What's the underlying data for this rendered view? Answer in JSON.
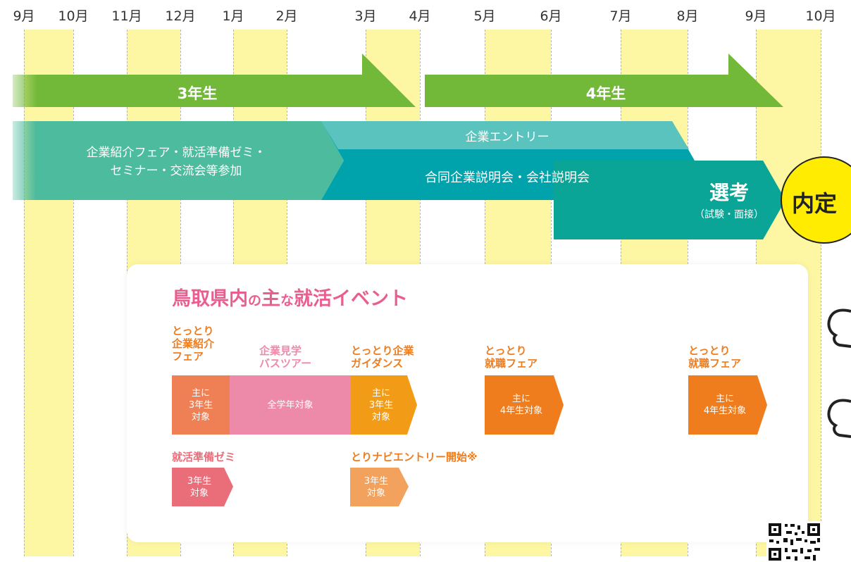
{
  "months": [
    "9月",
    "10月",
    "11月",
    "12月",
    "1月",
    "2月",
    "3月",
    "4月",
    "5月",
    "6月",
    "7月",
    "8月",
    "9月",
    "10月"
  ],
  "grades": {
    "third": "3年生",
    "fourth": "4年生"
  },
  "phases": {
    "fair_line1": "企業紹介フェア・就活準備ゼミ・",
    "fair_line2": "セミナー・交流会等参加",
    "entry": "企業エントリー",
    "briefing": "合同企業説明会・会社説明会",
    "selection_title": "選考",
    "selection_sub": "（試験・面接）",
    "offer": "内定"
  },
  "events": {
    "title_a": "鳥取県内",
    "title_b": "の",
    "title_c": "主",
    "title_d": "な",
    "title_e": "就活イベント",
    "tottori_fair": {
      "label": [
        "とっとり",
        "企業紹介",
        "フェア"
      ],
      "box": [
        "主に",
        "3年生",
        "対象"
      ]
    },
    "bus_tour": {
      "label": [
        "企業見学",
        "バスツアー"
      ],
      "box": "全学年対象"
    },
    "guidance": {
      "label": [
        "とっとり企業",
        "ガイダンス"
      ],
      "box": [
        "主に",
        "3年生",
        "対象"
      ]
    },
    "job_fair_1": {
      "label": [
        "とっとり",
        "就職フェア"
      ],
      "box": [
        "主に",
        "4年生対象"
      ]
    },
    "job_fair_2": {
      "label": [
        "とっとり",
        "就職フェア"
      ],
      "box": [
        "主に",
        "4年生対象"
      ]
    },
    "prep_seminar": {
      "label": "就活準備ゼミ",
      "box": [
        "3年生",
        "対象"
      ]
    },
    "torinavi": {
      "label": "とりナビエントリー開始※",
      "box": [
        "3年生",
        "対象"
      ]
    }
  },
  "colors": {
    "stripe": "#fdf7a3",
    "grade_arrow": "#72b93a",
    "fair_teal": "#4dbb9d",
    "entry_teal": "#5bc3bd",
    "briefing_teal": "#00a3ac",
    "selection_teal": "#0aa596",
    "offer_yellow": "#ffec00",
    "title_pink": "#e85e8f",
    "orange": "#ef7c1d",
    "fair_box": "#ef7f55",
    "bus_box": "#ee8aa9",
    "guidance_box": "#f29b16",
    "prep_box": "#ea6e7a",
    "torinavi_box": "#f3a25e"
  }
}
